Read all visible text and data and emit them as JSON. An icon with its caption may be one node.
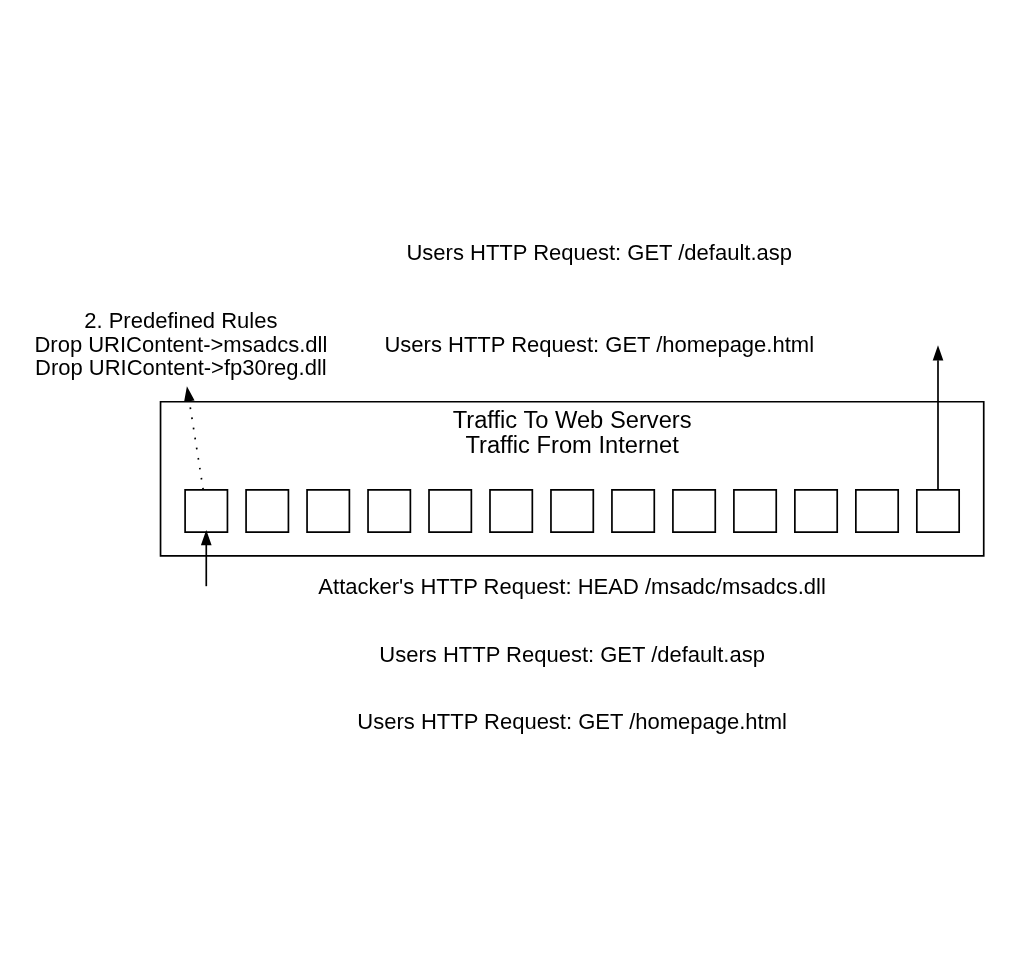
{
  "diagram": {
    "nodes": [
      {
        "text": [
          "Traffic To Web Servers",
          "Traffic From Internet"
        ]
      },
      {
        "text": [],
        "shape": "box",
        "in": 0
      },
      {
        "text": [],
        "shape": "box",
        "in": 0
      },
      {
        "text": [],
        "shape": "box",
        "in": 0
      },
      {
        "text": [],
        "shape": "box",
        "in": 0
      },
      {
        "text": [],
        "shape": "box",
        "in": 0
      },
      {
        "text": [],
        "shape": "box",
        "in": 0
      },
      {
        "text": [],
        "shape": "box",
        "in": 0
      },
      {
        "text": [],
        "shape": "box",
        "in": 0
      },
      {
        "text": [],
        "shape": "box",
        "in": 0
      },
      {
        "text": [],
        "shape": "box",
        "in": 0
      },
      {
        "text": [],
        "shape": "box",
        "in": 0
      },
      {
        "text": [],
        "shape": "box",
        "in": 0
      },
      {
        "text": [],
        "shape": "box",
        "in": 0
      },
      {
        "text": [
          "2. Predefined Rules",
          "Drop URIContent->msadcs.dll",
          "Drop URIContent->fp30reg.dll"
        ]
      }
    ],
    "edges": [
      {
        "from": null,
        "to": 1,
        "arrow": "to"
      },
      {
        "from": 1,
        "to": 14,
        "arrow": "to",
        "style": "dashed"
      },
      {
        "from": 13,
        "to": null,
        "arrow": "to"
      }
    ],
    "labels": [
      "Users HTTP Request: GET /default.asp",
      "Users HTTP Request: GET /homepage.html",
      "Attacker's HTTP Request: HEAD /msadc/msadcs.dll",
      "Users HTTP Request: GET /default.asp",
      "Users HTTP Request: GET /homepage.html"
    ]
  }
}
